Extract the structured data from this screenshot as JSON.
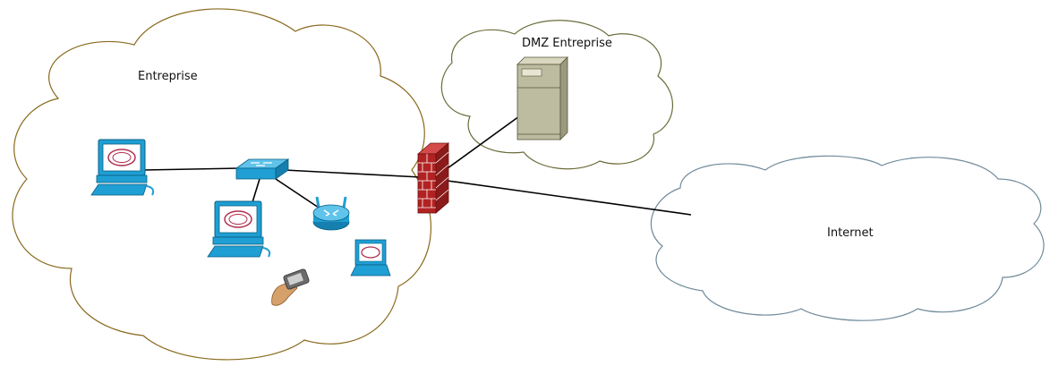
{
  "labels": {
    "enterprise": "Entreprise",
    "dmz": "DMZ Entreprise",
    "internet": "Internet"
  },
  "colors": {
    "enterprise_cloud_stroke": "#8a6a1e",
    "dmz_cloud_stroke": "#6b6b3a",
    "internet_cloud_stroke": "#6f8a9a",
    "device_blue": "#1f9fd4",
    "firewall_red": "#b22222",
    "server_body": "#bdbba0",
    "link": "#000000"
  },
  "icons": {
    "workstation": "desktop-computer-icon",
    "laptop": "laptop-computer-icon",
    "switch": "network-switch-icon",
    "router": "wireless-router-icon",
    "pda": "handheld-device-icon",
    "firewall": "firewall-icon",
    "server": "server-icon"
  }
}
